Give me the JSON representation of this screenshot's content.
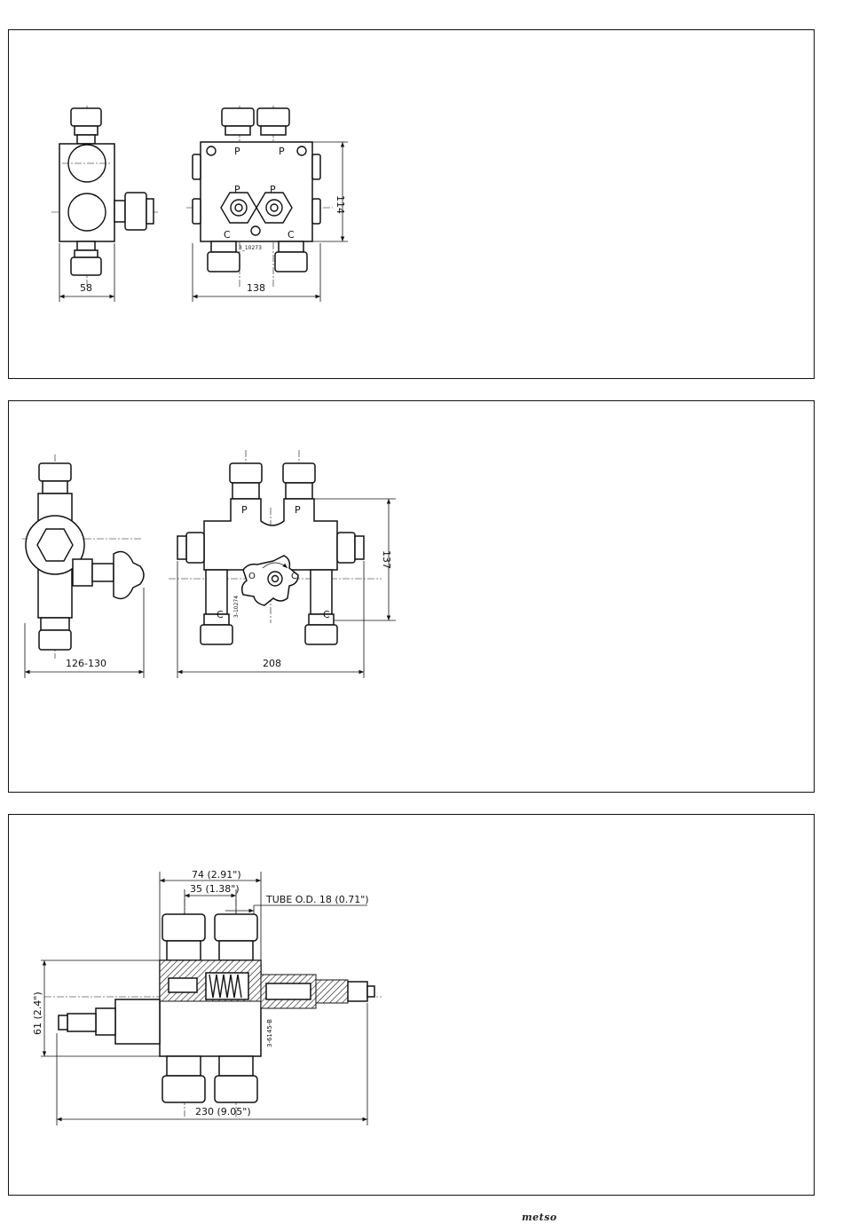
{
  "panels": [
    {
      "labels": {
        "port_p1": "P",
        "port_p2": "P",
        "port_p3": "P",
        "port_p4": "P",
        "port_c1": "C",
        "port_c2": "C",
        "ref": "3_10273"
      },
      "dimensions": {
        "side_width": "58",
        "front_width": "138",
        "height": "114"
      }
    },
    {
      "labels": {
        "port_p1": "P",
        "port_p2": "P",
        "port_c1": "C",
        "port_c2": "C",
        "knob_o": "O",
        "knob_c": "C",
        "ref": "3-10274"
      },
      "dimensions": {
        "side_width": "126-130",
        "front_width": "208",
        "height": "137"
      }
    },
    {
      "labels": {
        "ref": "3-6145-B"
      },
      "dimensions": {
        "top_outer": "74 (2.91\")",
        "top_inner": "35 (1.38\")",
        "tube": "TUBE O.D. 18 (0.71\")",
        "height": "61 (2.4\")",
        "length": "230 (9.05\")"
      }
    }
  ],
  "footer": {
    "brand": "metso"
  }
}
